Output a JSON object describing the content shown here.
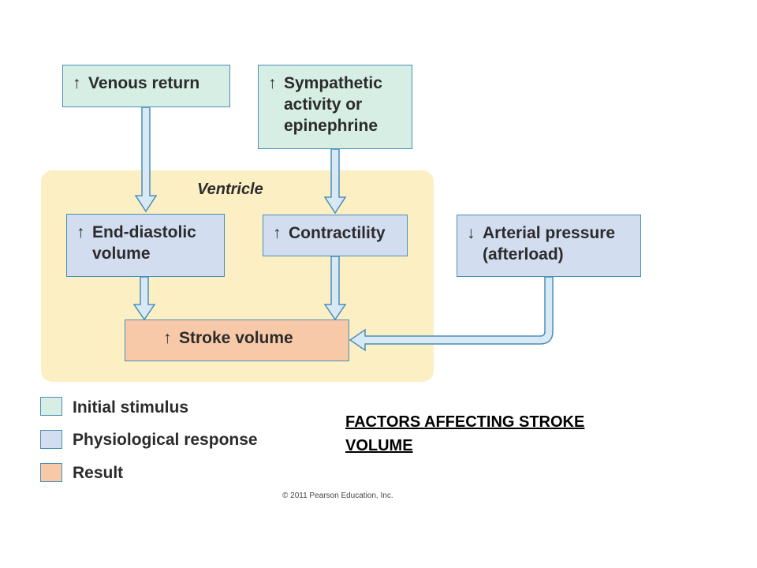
{
  "diagram": {
    "region_label": "Ventricle",
    "boxes": {
      "venous_return": {
        "arrow": "↑",
        "text": "Venous return"
      },
      "sympathetic": {
        "arrow": "↑",
        "text": "Sympathetic\nactivity or\nepinephrine"
      },
      "edv": {
        "arrow": "↑",
        "text": "End-diastolic\nvolume"
      },
      "contractility": {
        "arrow": "↑",
        "text": "Contractility"
      },
      "arterial": {
        "arrow": "↓",
        "text": "Arterial pressure\n(afterload)"
      },
      "stroke_volume": {
        "arrow": "↑",
        "text": "Stroke volume"
      }
    }
  },
  "legend": [
    {
      "label": "Initial stimulus",
      "color": "#d6eee4"
    },
    {
      "label": "Physiological response",
      "color": "#d3ddf0"
    },
    {
      "label": "Result",
      "color": "#f8c9a8"
    }
  ],
  "caption": "FACTORS AFFECTING STROKE VOLUME",
  "copyright": "© 2011 Pearson Education, Inc.",
  "colors": {
    "ventricle_bg": "#fcefc4",
    "border": "#4a8fb8",
    "arrow_fill": "#d8e8f5"
  }
}
